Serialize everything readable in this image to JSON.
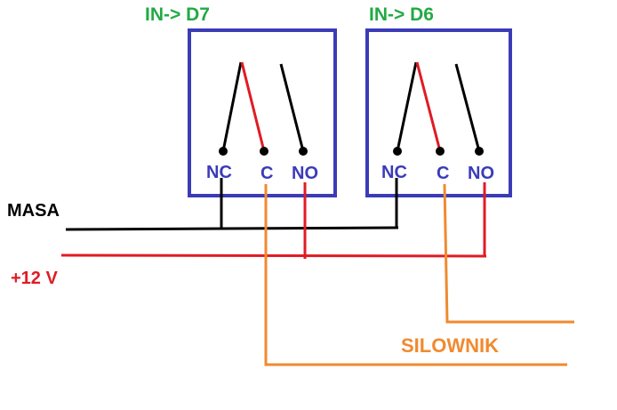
{
  "relays": [
    {
      "title": "IN-> D7",
      "terminals": {
        "nc": "NC",
        "c": "C",
        "no": "NO"
      }
    },
    {
      "title": "IN-> D6",
      "terminals": {
        "nc": "NC",
        "c": "C",
        "no": "NO"
      }
    }
  ],
  "labels": {
    "ground": "MASA",
    "supply": "+12 V",
    "actuator": "SILOWNIK"
  },
  "colors": {
    "relay_box": "#3b3bb8",
    "title": "#22aa44",
    "terminal_text": "#3b3bb8",
    "ground_wire": "#000000",
    "supply_wire": "#e01b24",
    "supply_text": "#e01b24",
    "actuator_wire": "#f08a30",
    "actuator_text": "#f08a30"
  }
}
